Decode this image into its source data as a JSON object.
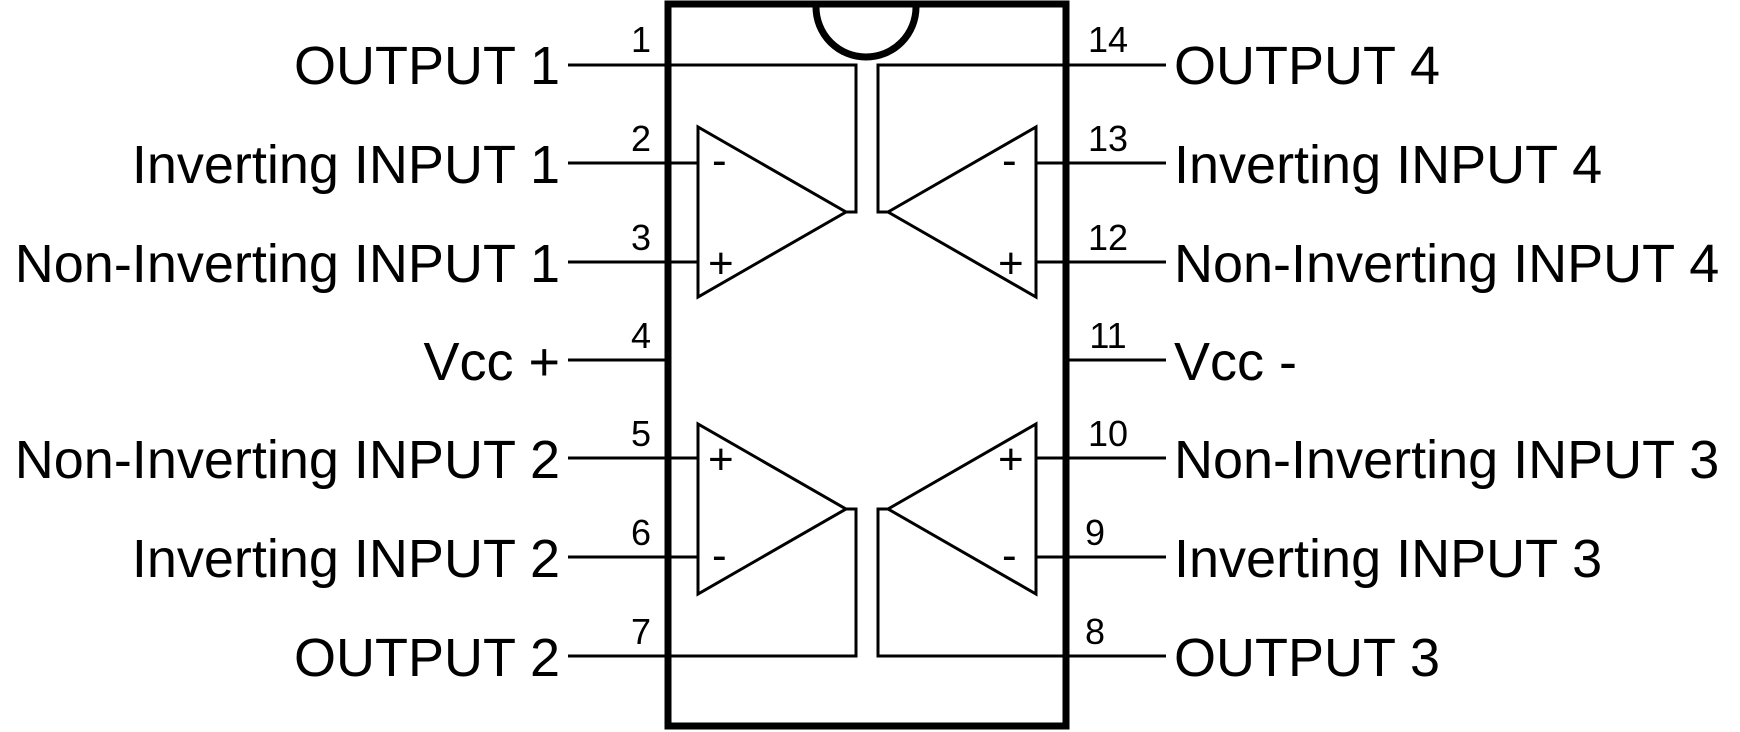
{
  "pins": {
    "p1": {
      "num": "1",
      "label": "OUTPUT 1"
    },
    "p2": {
      "num": "2",
      "label": "Inverting INPUT 1"
    },
    "p3": {
      "num": "3",
      "label": "Non-Inverting INPUT 1"
    },
    "p4": {
      "num": "4",
      "label": "Vcc +"
    },
    "p5": {
      "num": "5",
      "label": "Non-Inverting INPUT 2"
    },
    "p6": {
      "num": "6",
      "label": "Inverting INPUT 2"
    },
    "p7": {
      "num": "7",
      "label": "OUTPUT 2"
    },
    "p8": {
      "num": "8",
      "label": "OUTPUT 3"
    },
    "p9": {
      "num": "9",
      "label": "Inverting INPUT 3"
    },
    "p10": {
      "num": "10",
      "label": "Non-Inverting INPUT 3"
    },
    "p11": {
      "num": "11",
      "label": "Vcc -"
    },
    "p12": {
      "num": "12",
      "label": "Non-Inverting INPUT 4"
    },
    "p13": {
      "num": "13",
      "label": "Inverting INPUT 4"
    },
    "p14": {
      "num": "14",
      "label": "OUTPUT 4"
    }
  },
  "signs": {
    "minus": "-",
    "plus": "+"
  }
}
